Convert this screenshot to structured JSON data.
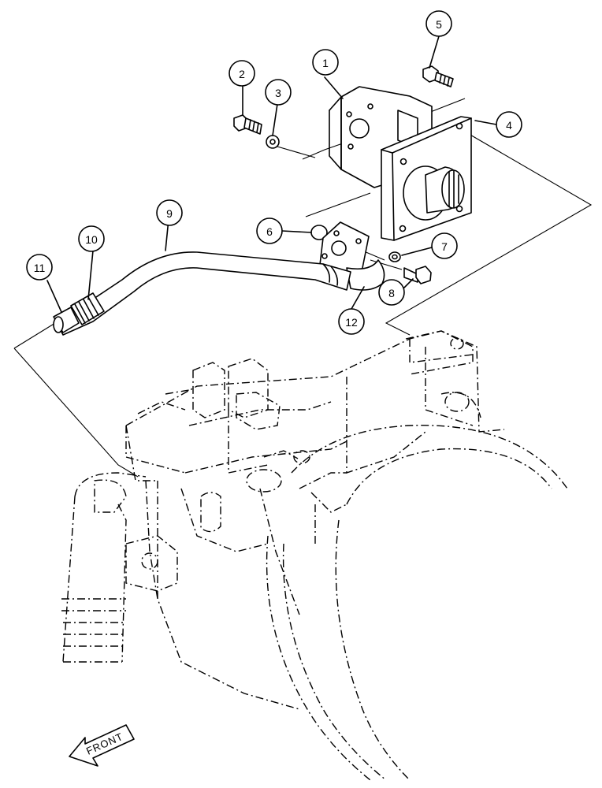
{
  "callouts": {
    "c1": "1",
    "c2": "2",
    "c3": "3",
    "c4": "4",
    "c5": "5",
    "c6": "6",
    "c7": "7",
    "c8": "8",
    "c9": "9",
    "c10": "10",
    "c11": "11",
    "c12": "12"
  },
  "front_arrow_label": "FRONT"
}
